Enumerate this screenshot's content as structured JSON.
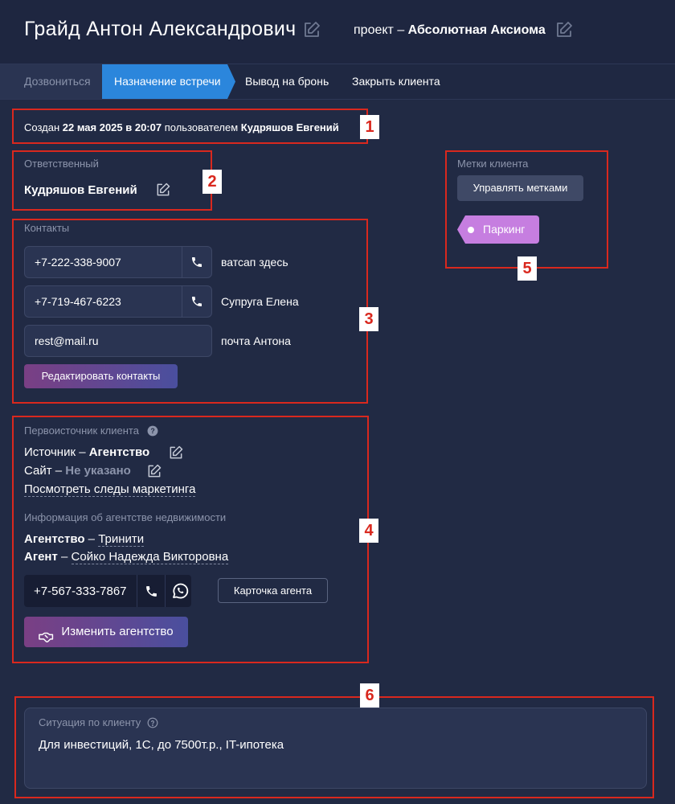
{
  "header": {
    "client_name": "Грайд Антон Александрович",
    "project_prefix": "проект – ",
    "project_name": "Абсолютная Аксиома"
  },
  "tabs": [
    {
      "label": "Дозвониться",
      "state": "done"
    },
    {
      "label": "Назначение встречи",
      "state": "active"
    },
    {
      "label": "Вывод на бронь",
      "state": "upcoming"
    },
    {
      "label": "Закрыть клиента",
      "state": "upcoming"
    }
  ],
  "created": {
    "prefix": "Создан ",
    "date": "22 мая 2025 в 20:07",
    "middle": " пользователем ",
    "user": "Кудряшов Евгений"
  },
  "responsible": {
    "label": "Ответственный",
    "name": "Кудряшов Евгений"
  },
  "contacts": {
    "label": "Контакты",
    "items": [
      {
        "value": "+7-222-338-9007",
        "note": "ватсап здесь",
        "has_call": true
      },
      {
        "value": "+7-719-467-6223",
        "note": "Супруга Елена",
        "has_call": true
      },
      {
        "value": "rest@mail.ru",
        "note": "почта Антона",
        "has_call": false
      }
    ],
    "edit_button": "Редактировать контакты"
  },
  "source": {
    "label": "Первоисточник клиента",
    "source_prefix": "Источник – ",
    "source_value": "Агентство",
    "site_prefix": "Сайт – ",
    "site_value": "Не указано",
    "marketing_link": "Посмотреть следы маркетинга",
    "agency_info_label": "Информация об агентстве недвижимости",
    "agency_key": "Агентство",
    "agency_dash": " – ",
    "agency_value": "Тринити",
    "agent_key": "Агент",
    "agent_dash": " – ",
    "agent_value": "Сойко Надежда Викторовна",
    "agent_phone": "+7-567-333-7867",
    "agent_card_button": "Карточка агента",
    "change_agency_button": "Изменить агентство"
  },
  "tags": {
    "label": "Метки клиента",
    "manage_button": "Управлять метками",
    "items": [
      "Паркинг"
    ],
    "tag_color": "#c67ee0"
  },
  "situation": {
    "label": "Ситуация по клиенту",
    "text": "Для инвестиций, 1С, до 7500т.р., IT-ипотека"
  },
  "annotations": [
    "1",
    "2",
    "3",
    "4",
    "5",
    "6"
  ],
  "colors": {
    "background": "#212a44",
    "active_tab": "#2b86dc",
    "annotation_red": "#d9281e"
  }
}
